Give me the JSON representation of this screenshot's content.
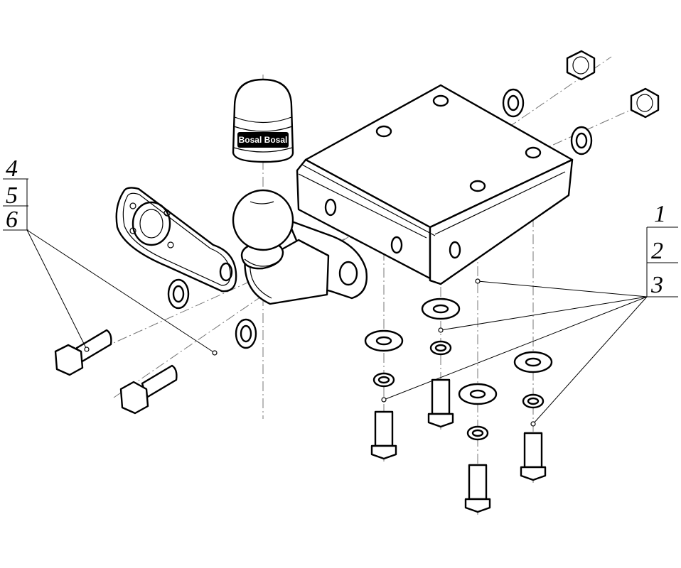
{
  "callouts": {
    "left": [
      "4",
      "5",
      "6"
    ],
    "right": [
      "1",
      "2",
      "3"
    ]
  },
  "cap_logo_text": "Bosal Bosal"
}
